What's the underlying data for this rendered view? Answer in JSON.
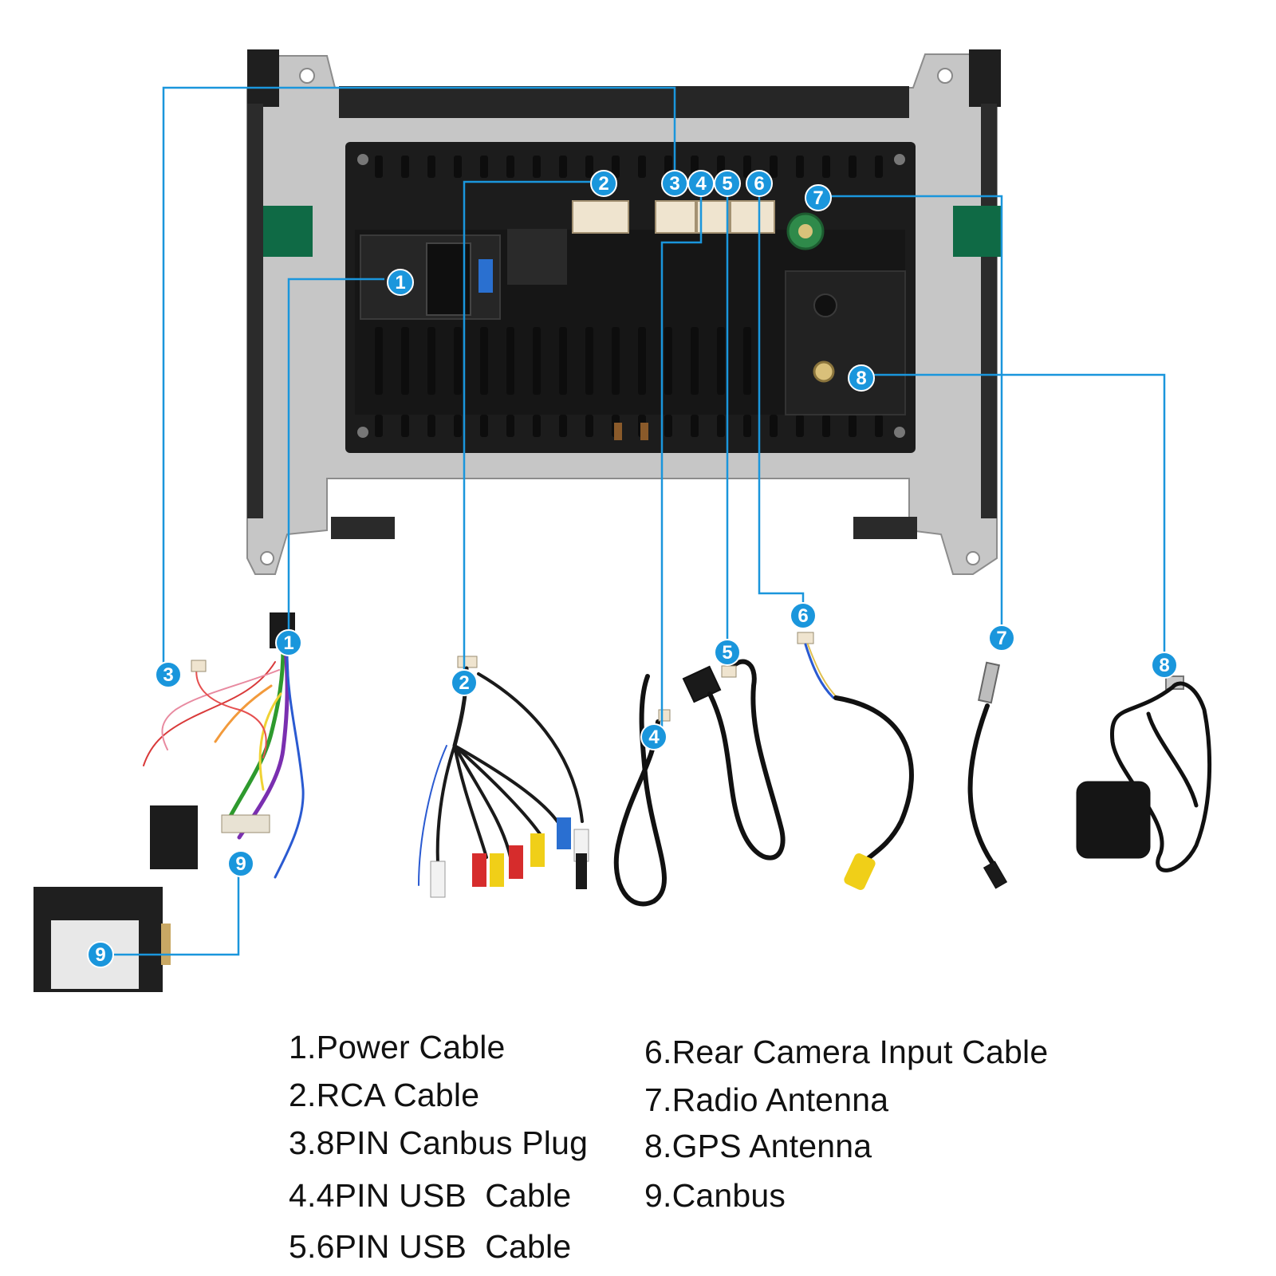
{
  "colors": {
    "callout": "#1a96dc",
    "panel": "#c4c4c4",
    "unit_body": "#1f1f1f",
    "connector": "#efe4cf",
    "antenna_port": "#2f8a4a",
    "rca_red": "#d62c2c",
    "rca_yellow": "#f0cf18",
    "rca_white": "#f2f2f2",
    "rca_blue": "#2a6fd1"
  },
  "callouts": [
    {
      "id": "callout-1-unit",
      "label": "1"
    },
    {
      "id": "callout-2-unit",
      "label": "2"
    },
    {
      "id": "callout-3-unit",
      "label": "3"
    },
    {
      "id": "callout-4-unit",
      "label": "4"
    },
    {
      "id": "callout-5-unit",
      "label": "5"
    },
    {
      "id": "callout-6-unit",
      "label": "6"
    },
    {
      "id": "callout-7-unit",
      "label": "7"
    },
    {
      "id": "callout-8-unit",
      "label": "8"
    },
    {
      "id": "callout-1-cable",
      "label": "1"
    },
    {
      "id": "callout-2-cable",
      "label": "2"
    },
    {
      "id": "callout-3-cable",
      "label": "3"
    },
    {
      "id": "callout-4-cable",
      "label": "4"
    },
    {
      "id": "callout-5-cable",
      "label": "5"
    },
    {
      "id": "callout-6-cable",
      "label": "6"
    },
    {
      "id": "callout-7-cable",
      "label": "7"
    },
    {
      "id": "callout-8-cable",
      "label": "8"
    },
    {
      "id": "callout-9-harness",
      "label": "9"
    },
    {
      "id": "callout-9-box",
      "label": "9"
    }
  ],
  "legend": {
    "items": [
      "1.Power Cable",
      "2.RCA Cable",
      "3.8PIN Canbus Plug",
      "4.4PIN USB  Cable",
      "5.6PIN USB  Cable",
      "6.Rear Camera Input Cable",
      "7.Radio Antenna",
      "8.GPS Antenna",
      "9.Canbus"
    ]
  }
}
